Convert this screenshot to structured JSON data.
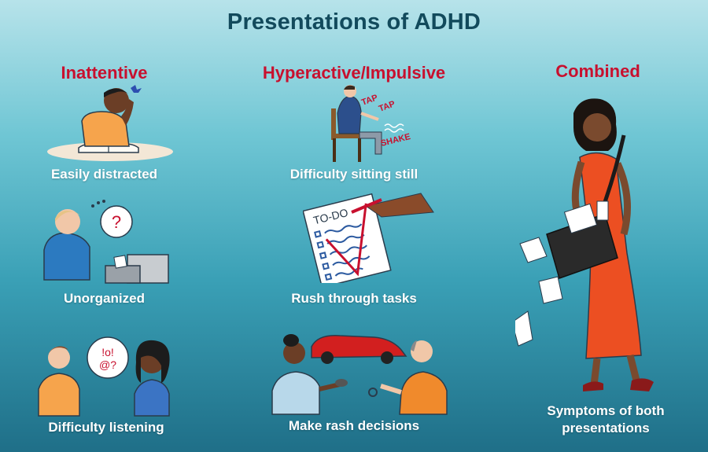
{
  "title": "Presentations of ADHD",
  "colors": {
    "heading": "#c8102e",
    "title": "#124a5c",
    "caption": "#ffffff"
  },
  "columns": [
    {
      "heading": "Inattentive",
      "items": [
        {
          "caption": "Easily distracted",
          "icon": "person-daydreaming-butterfly"
        },
        {
          "caption": "Unorganized",
          "icon": "person-confused-filing-drawer"
        },
        {
          "caption": "Difficulty listening",
          "icon": "two-people-talking"
        }
      ]
    },
    {
      "heading": "Hyperactive/Impulsive",
      "items": [
        {
          "caption": "Difficulty sitting still",
          "icon": "person-fidgeting-chair",
          "sounds": [
            "TAP",
            "TAP",
            "SHAKE"
          ]
        },
        {
          "caption": "Rush through tasks",
          "icon": "todo-list-checked",
          "list_title": "TO-DO"
        },
        {
          "caption": "Make rash decisions",
          "icon": "car-purchase-handshake"
        }
      ]
    },
    {
      "heading": "Combined",
      "items": [
        {
          "caption": "Symptoms of both presentations",
          "icon": "woman-spilling-papers"
        }
      ]
    }
  ]
}
